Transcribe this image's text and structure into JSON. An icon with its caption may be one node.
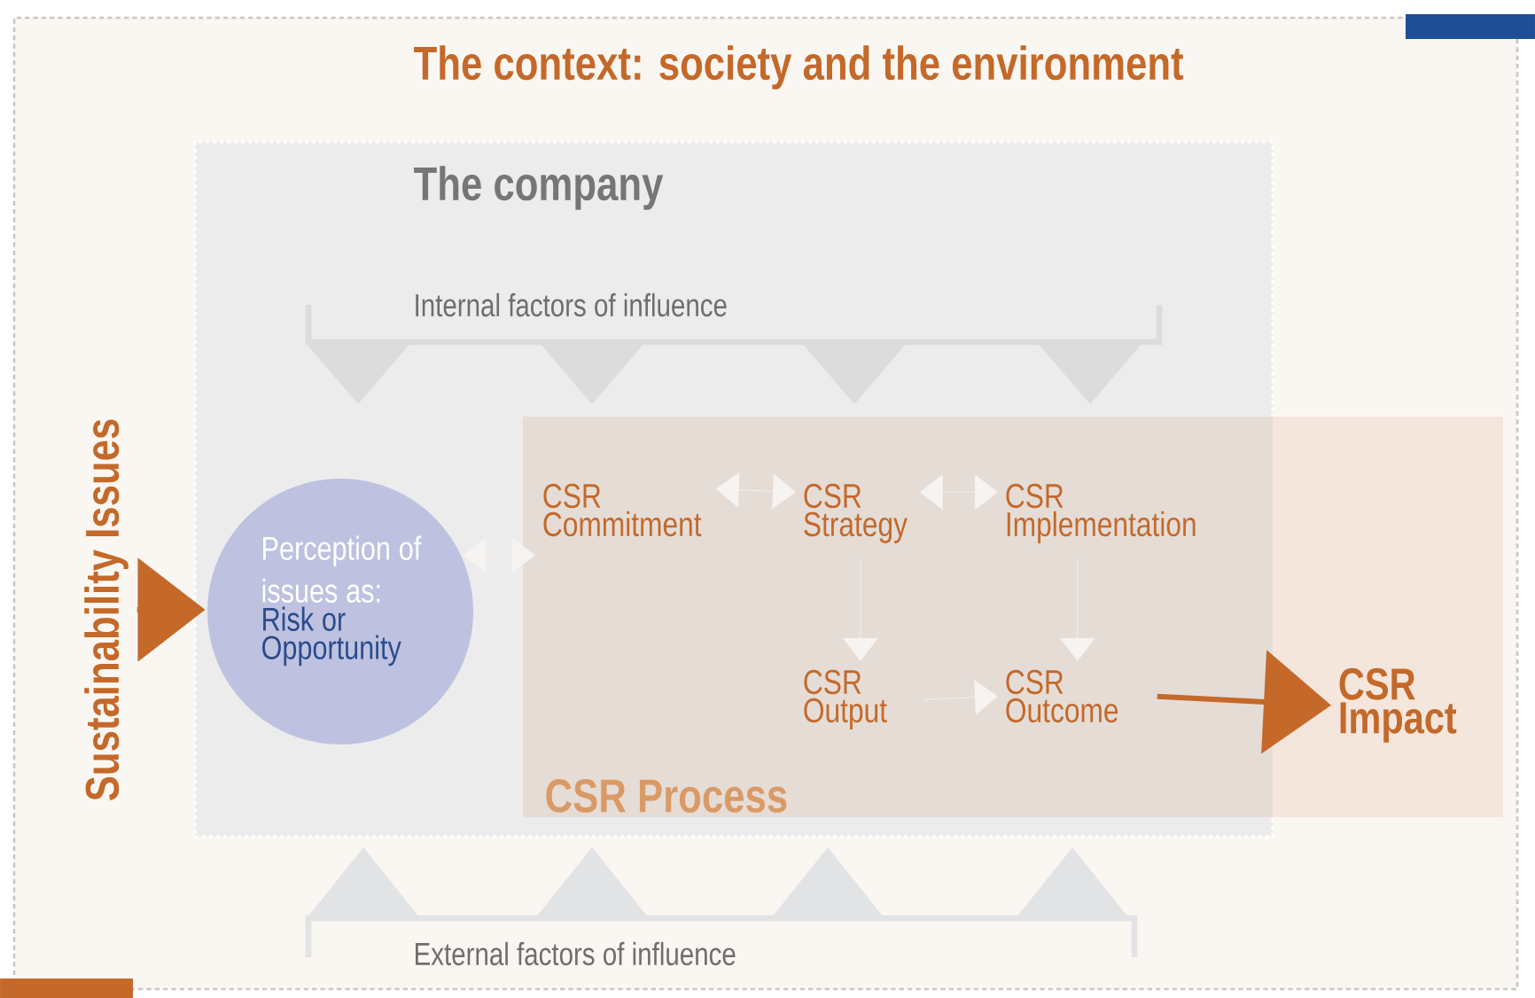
{
  "diagram": {
    "nodes": [
      {
        "text": [
          "The context: society and the environment"
        ]
      },
      {
        "text": [
          "The company"
        ],
        "in": 0
      },
      {
        "text": [
          "CSR Process"
        ],
        "in": 0
      },
      {
        "text": [
          "Sustainability Issues"
        ],
        "in": 0
      },
      {
        "text": [
          "Perception of issues as:",
          "Risk or Opportunity"
        ],
        "in": 1
      },
      {
        "text": [
          "CSR Commitment"
        ]
      },
      {
        "text": [
          "CSR Strategy"
        ]
      },
      {
        "text": [
          "CSR Implementation"
        ]
      },
      {
        "text": [
          "CSR Output"
        ]
      },
      {
        "text": [
          "CSR Outcome"
        ]
      },
      {
        "text": [
          "CSR Impact"
        ],
        "in": 2
      }
    ],
    "edges": [
      {
        "from": 3,
        "to": 4,
        "arrow": "to",
        "style": "thick",
        "color": "#c4692a"
      },
      {
        "from": 4,
        "to": 5,
        "arrow": "both"
      },
      {
        "from": 5,
        "to": 6,
        "arrow": "both"
      },
      {
        "from": 6,
        "to": 7,
        "arrow": "both"
      },
      {
        "from": 6,
        "to": 8,
        "arrow": "to"
      },
      {
        "from": 7,
        "to": 9,
        "arrow": "to"
      },
      {
        "from": 8,
        "to": 9,
        "arrow": "to"
      },
      {
        "from": 9,
        "to": 10,
        "arrow": "to",
        "style": "thick",
        "color": "#c4692a"
      }
    ],
    "labels": [
      "Internal factors of influence",
      "External factors of influence"
    ]
  }
}
